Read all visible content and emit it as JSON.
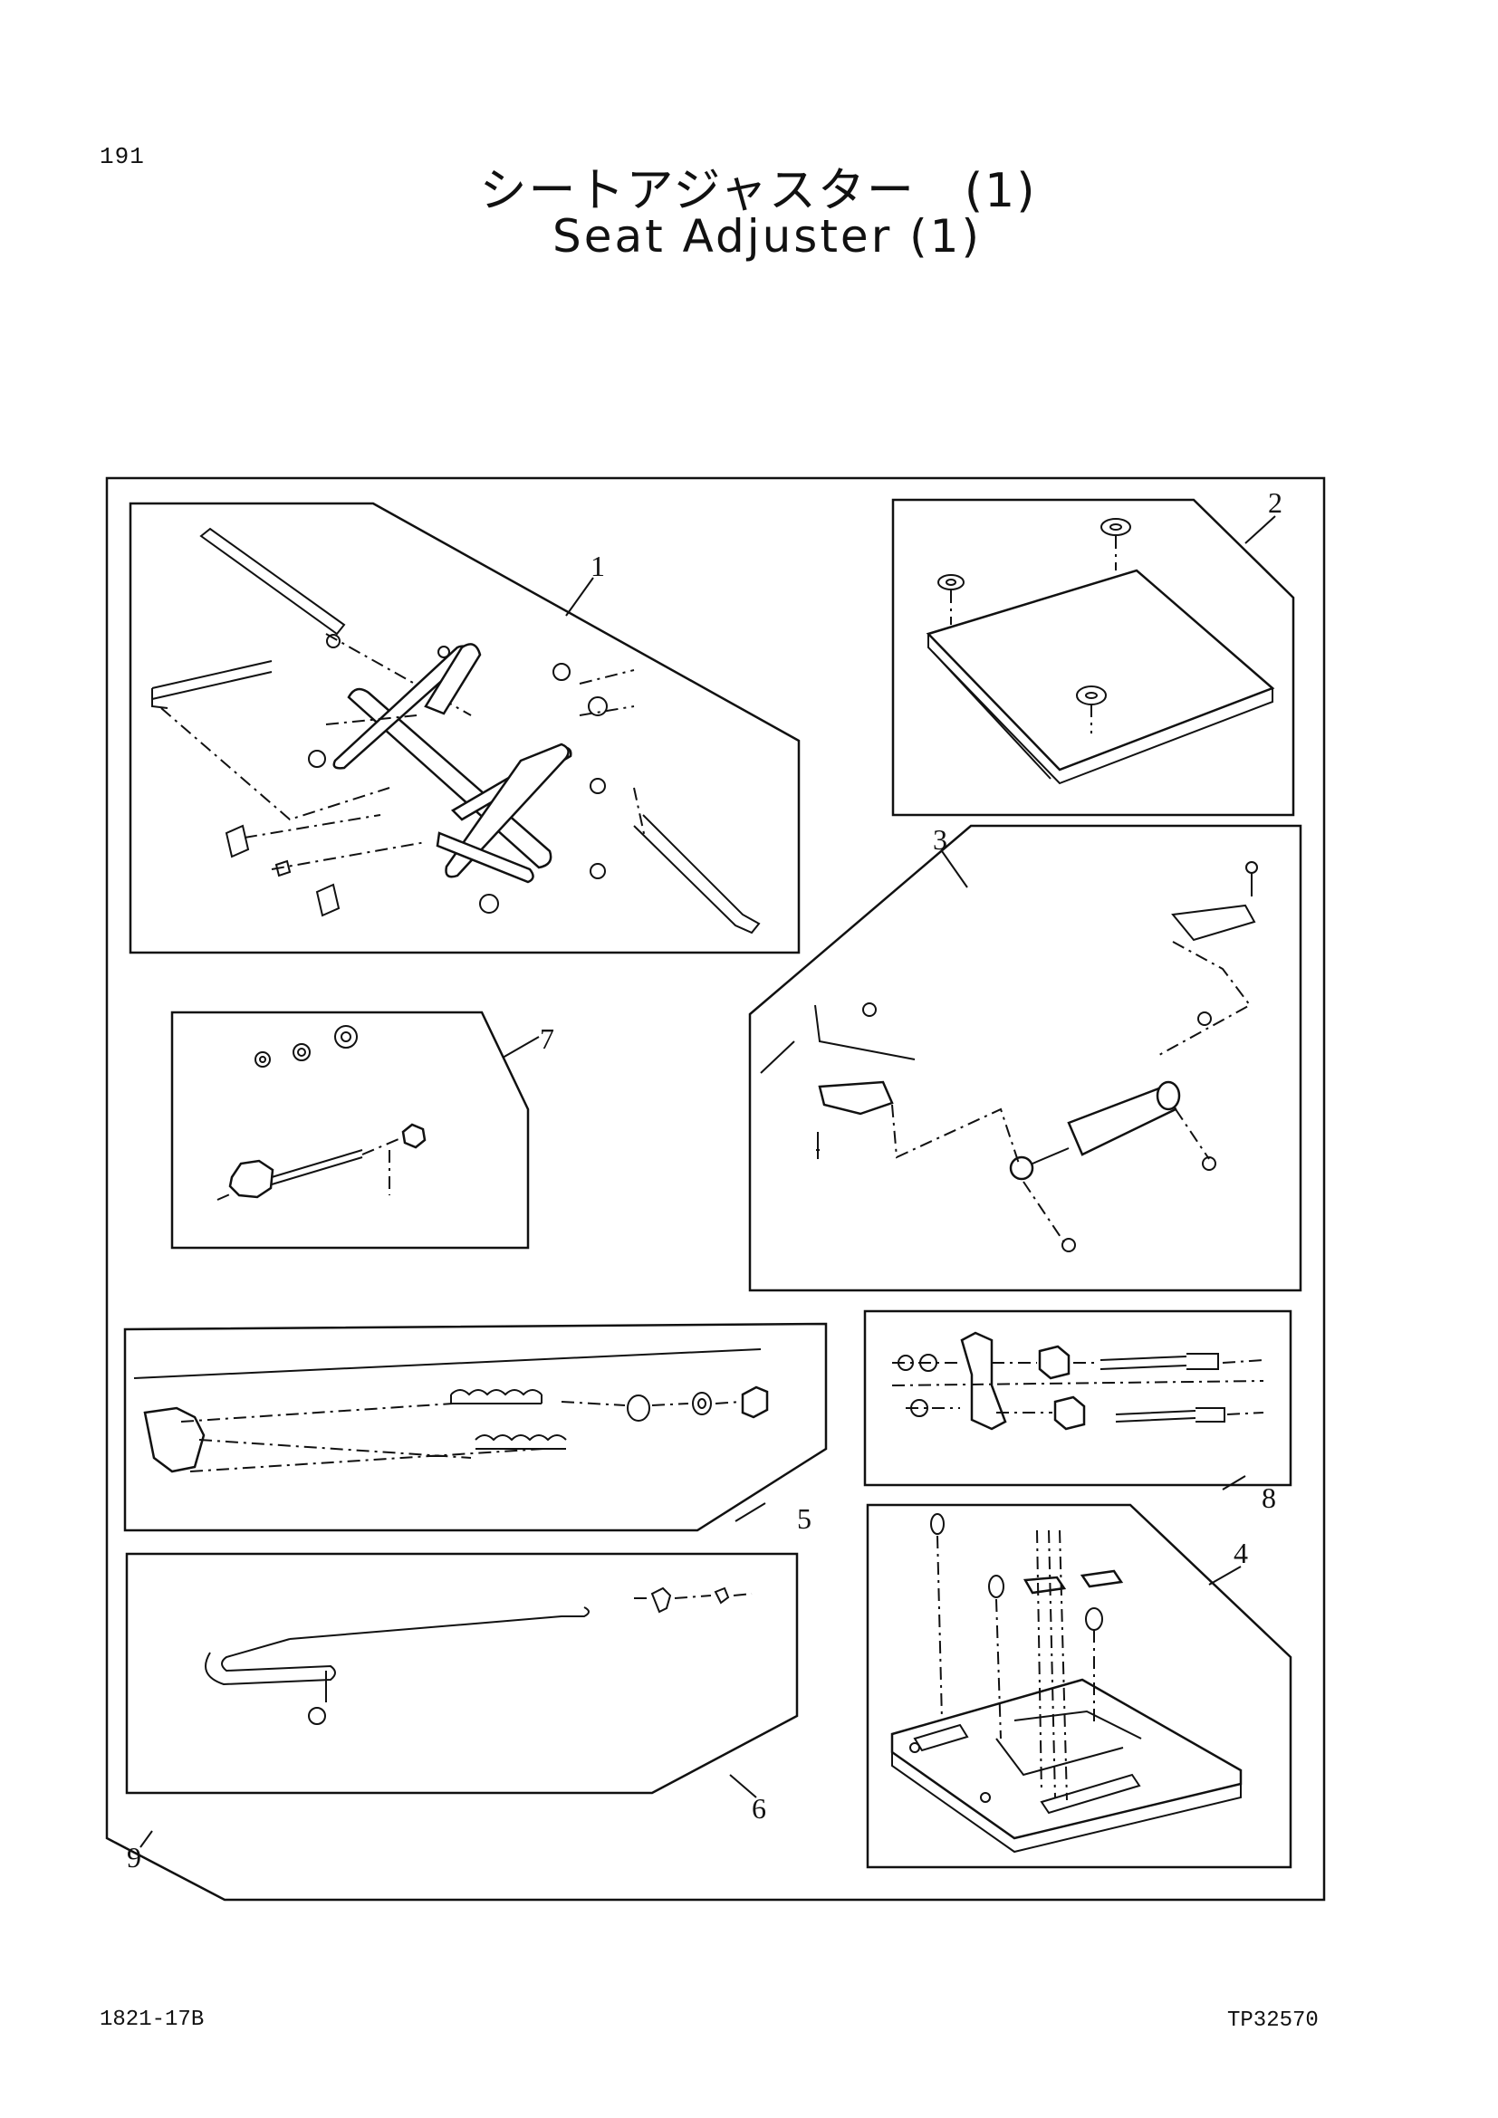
{
  "page_number": "191",
  "title_jp": "シートアジャスター　(1)",
  "title_en": "Seat Adjuster  (1)",
  "footer": {
    "code": "1821-17B",
    "ref": "TP32570"
  },
  "callouts": [
    "1",
    "2",
    "3",
    "4",
    "5",
    "6",
    "7",
    "8",
    "9"
  ]
}
